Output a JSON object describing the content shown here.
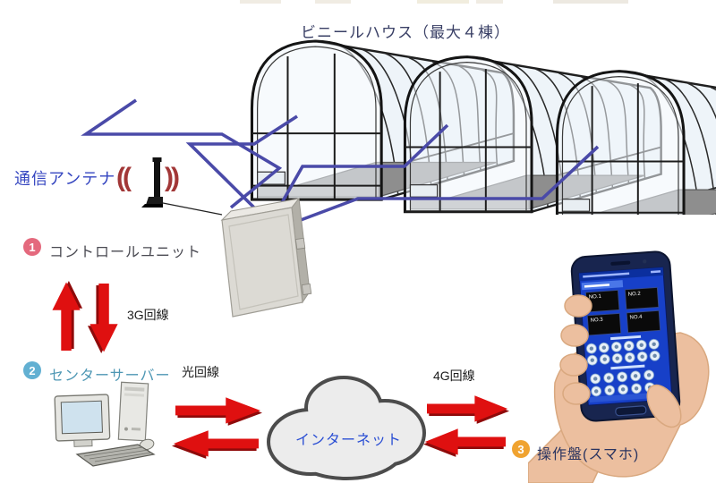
{
  "title": "ビニールハウス（最大４棟）",
  "antenna": {
    "label": "通信アンテナ",
    "wave_left": "((",
    "wave_right": "))"
  },
  "control_unit": {
    "num": "1",
    "label": "コントロールユニット"
  },
  "center_server": {
    "num": "2",
    "label": "センターサーバー"
  },
  "operation_panel": {
    "num": "3",
    "label": "操作盤(スマホ)"
  },
  "connections": {
    "g3": "3G回線",
    "optical": "光回線",
    "g4": "4G回線"
  },
  "internet": {
    "label": "インターネット"
  },
  "phone": {
    "panels": [
      "NO.1",
      "NO.2",
      "NO.3",
      "NO.4"
    ]
  },
  "colors": {
    "cable": "#4a4aa8",
    "arrow_red": "#df1010",
    "arrow_shadow": "#8f0a0a",
    "wave_red": "#a23737",
    "badge_1": "#e4697d",
    "badge_2": "#62b0d2",
    "badge_3": "#f0a330",
    "title_text": "#3a4066",
    "antenna_text": "#3546c0",
    "server_text": "#4e97b4",
    "internet_text": "#2b4fd4",
    "panel_text": "#2a3460",
    "greenhouse_floor": "#8e8e8e",
    "box_gray": "#dcdad4"
  }
}
